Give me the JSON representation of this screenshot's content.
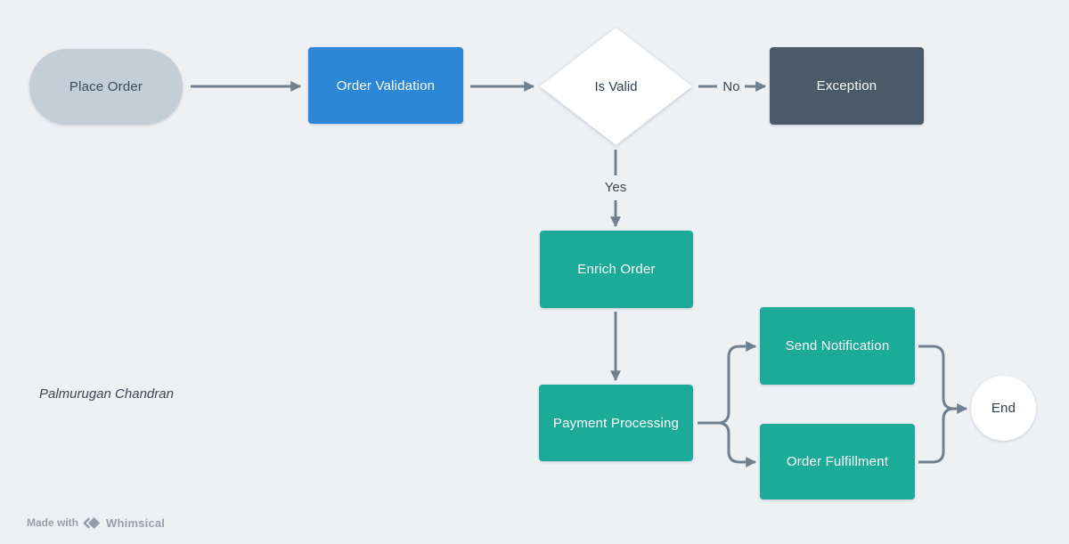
{
  "canvas": {
    "background": "#eef1f4"
  },
  "nodes": {
    "place_order": {
      "label": "Place Order",
      "shape": "pill",
      "fill": "#c3ced7",
      "text_color": "#3d4956"
    },
    "order_validation": {
      "label": "Order Validation",
      "shape": "rectangle",
      "fill": "#2c87d7",
      "text_color": "#ffffff"
    },
    "is_valid": {
      "label": "Is Valid",
      "shape": "diamond",
      "fill": "#ffffff",
      "text_color": "#2f3e4d"
    },
    "exception": {
      "label": "Exception",
      "shape": "rectangle",
      "fill": "#4a5a69",
      "text_color": "#ffffff"
    },
    "enrich_order": {
      "label": "Enrich Order",
      "shape": "rectangle",
      "fill": "#1caa99",
      "text_color": "#ffffff"
    },
    "payment_processing": {
      "label": "Payment Processing",
      "shape": "rectangle",
      "fill": "#1caa99",
      "text_color": "#ffffff"
    },
    "send_notification": {
      "label": "Send Notification",
      "shape": "rectangle",
      "fill": "#1caa99",
      "text_color": "#ffffff"
    },
    "order_fulfillment": {
      "label": "Order Fulfillment",
      "shape": "rectangle",
      "fill": "#1caa99",
      "text_color": "#ffffff"
    },
    "end": {
      "label": "End",
      "shape": "circle",
      "fill": "#ffffff",
      "text_color": "#2f3e4d"
    }
  },
  "edges": {
    "connector_color": "#71808f",
    "yes_label": "Yes",
    "no_label": "No",
    "connections": [
      {
        "from": "place_order",
        "to": "order_validation",
        "label": ""
      },
      {
        "from": "order_validation",
        "to": "is_valid",
        "label": ""
      },
      {
        "from": "is_valid",
        "to": "exception",
        "label": "No"
      },
      {
        "from": "is_valid",
        "to": "enrich_order",
        "label": "Yes"
      },
      {
        "from": "enrich_order",
        "to": "payment_processing",
        "label": ""
      },
      {
        "from": "payment_processing",
        "to": "send_notification",
        "label": ""
      },
      {
        "from": "payment_processing",
        "to": "order_fulfillment",
        "label": ""
      },
      {
        "from": "send_notification",
        "to": "end",
        "label": ""
      },
      {
        "from": "order_fulfillment",
        "to": "end",
        "label": ""
      }
    ]
  },
  "annotations": {
    "author": "Palmurugan Chandran"
  },
  "footer": {
    "made_with": "Made with",
    "brand": "Whimsical"
  }
}
